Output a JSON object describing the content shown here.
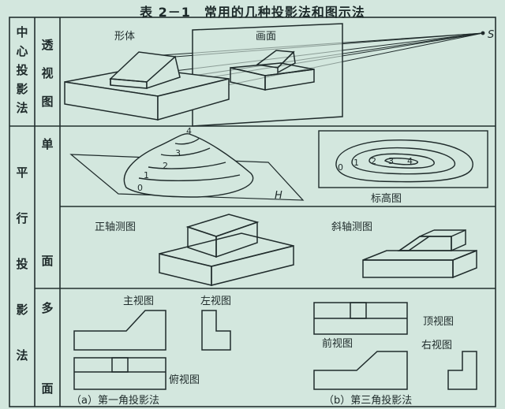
{
  "table_title": "表 2－1　常用的几种投影法和图示法",
  "row_central": {
    "category_chars": [
      "中",
      "心",
      "投",
      "影",
      "法"
    ],
    "subcategory_chars": [
      "透",
      "视",
      "图"
    ],
    "label_object": "形体",
    "label_picture_plane": "画面",
    "label_viewpoint": "S"
  },
  "row_parallel": {
    "category_chars": [
      "平",
      "行",
      "投",
      "影",
      "法"
    ],
    "single_plane_chars": [
      "单",
      "面"
    ],
    "multi_plane_chars": [
      "多",
      "面"
    ],
    "contour_numbers": [
      "0",
      "1",
      "2",
      "3",
      "4"
    ],
    "label_plane_h": "H",
    "label_elevation": "标高图",
    "label_ortho_axono": "正轴测图",
    "label_oblique_axono": "斜轴测图",
    "label_front_view_first": "主视图",
    "label_left_view_first": "左视图",
    "label_top_view_first": "俯视图",
    "label_first_angle": "（a）第一角投影法",
    "label_top_view_third": "顶视图",
    "label_front_view_third": "前视图",
    "label_right_view_third": "右视图",
    "label_third_angle": "（b）第三角投影法"
  }
}
